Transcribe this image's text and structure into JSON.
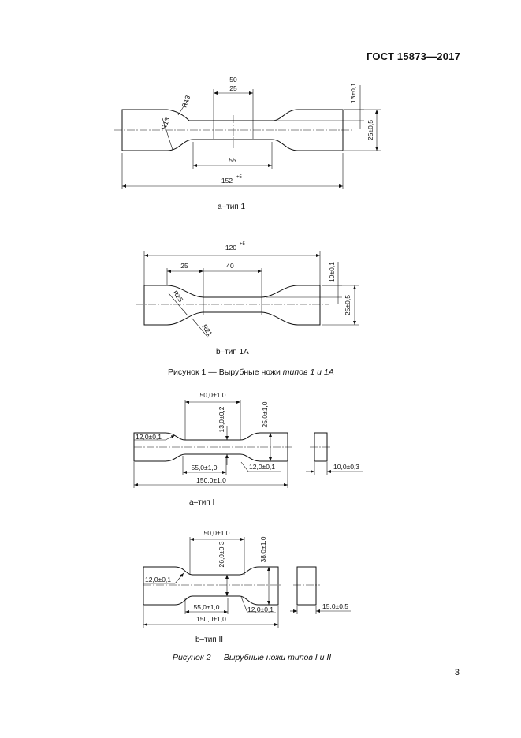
{
  "header": {
    "standard": "ГОСТ 15873—2017"
  },
  "page_number": "3",
  "fig1a": {
    "dims": {
      "d50": "50",
      "d25": "25",
      "r13a": "R13",
      "r13b": "R13",
      "d55": "55",
      "d152": "152",
      "d152_tol": "+5",
      "h13": "13±0,1",
      "h25": "25±0,5"
    },
    "caption": "a–тип 1"
  },
  "fig1b": {
    "dims": {
      "d120": "120",
      "d120_tol": "+5",
      "d25": "25",
      "d40": "40",
      "r25": "R25",
      "r21": "R21",
      "h10": "10±0,1",
      "h25": "25±0,5"
    },
    "caption": "b–тип 1А"
  },
  "figure1": {
    "prefix": "Рисунок 1 — Вырубные ножи ",
    "suffix": "типов 1 и 1А"
  },
  "fig2a": {
    "dims": {
      "d50": "50,0±1,0",
      "h13": "13,0±0,2",
      "h25": "25,0±1,0",
      "w12l": "12,0±0,1",
      "d55": "55,0±1,0",
      "w12r": "12,0±0,1",
      "d150": "150,0±1,0",
      "t10": "10,0±0,3"
    },
    "caption": "a–тип I"
  },
  "fig2b": {
    "dims": {
      "d50": "50,0±1,0",
      "h26": "26,0±0,3",
      "h38": "38,0±1,0",
      "w12l": "12,0±0,1",
      "d55": "55,0±1,0",
      "w12r": "12,0±0,1",
      "d150": "150,0±1,0",
      "t15": "15,0±0,5"
    },
    "caption": "b–тип II"
  },
  "figure2": {
    "text": "Рисунок 2 — Вырубные ножи типов I и II"
  }
}
